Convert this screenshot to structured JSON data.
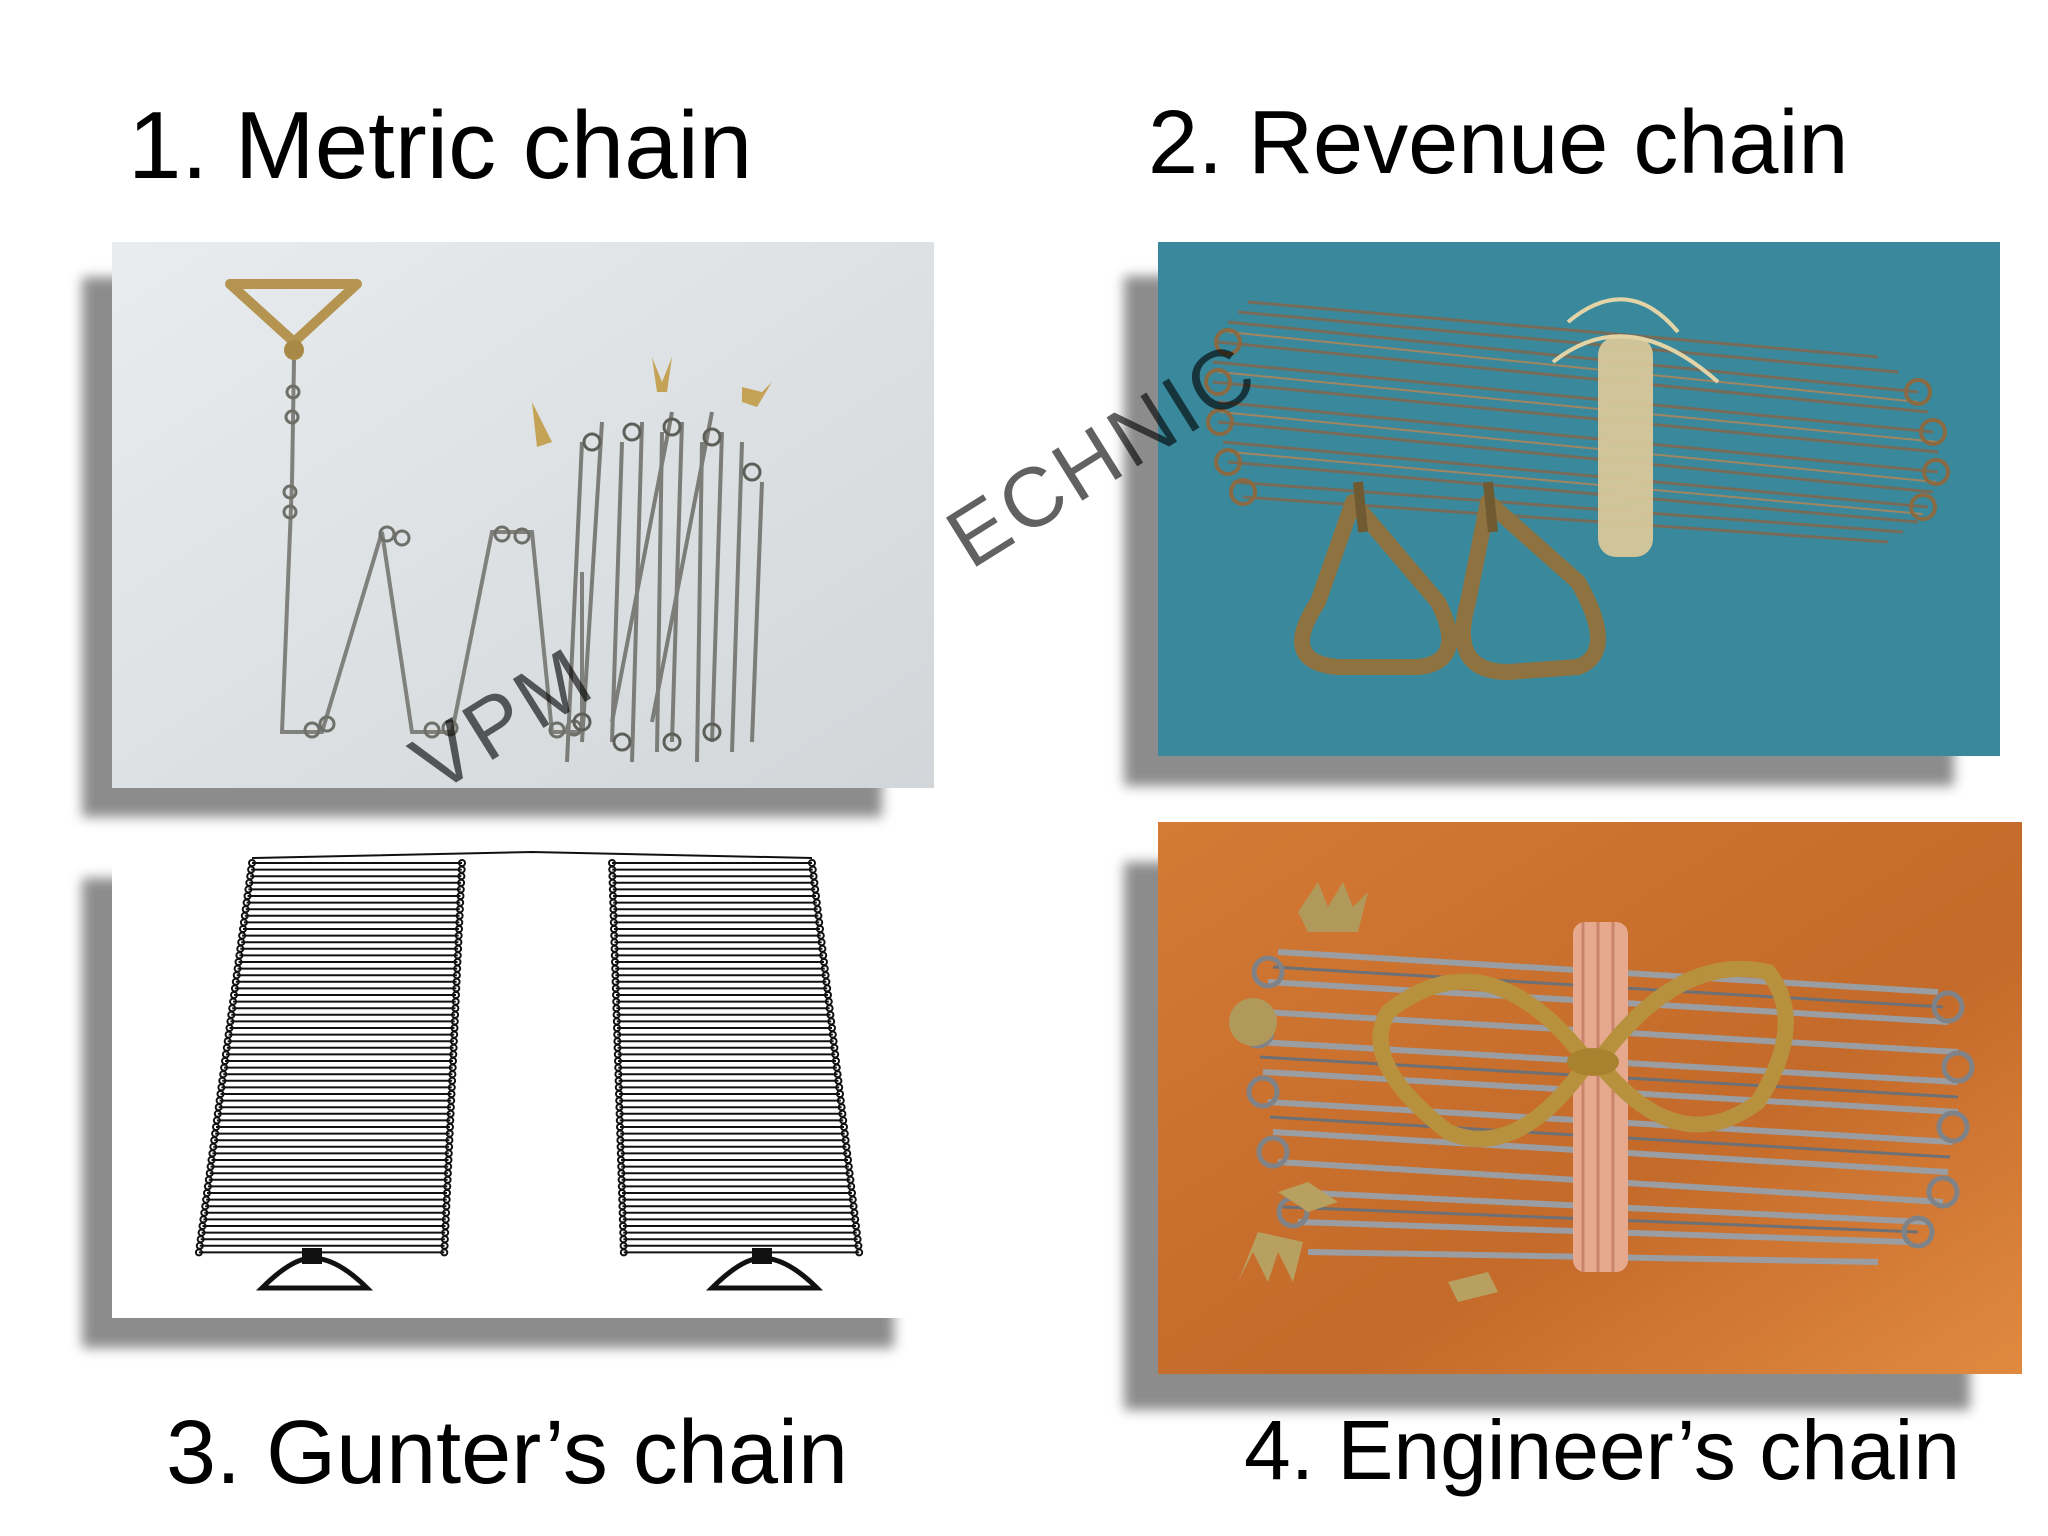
{
  "slide": {
    "items": [
      {
        "title": "1. Metric chain"
      },
      {
        "title": "2. Revenue  chain"
      },
      {
        "title": "3. Gunter’s chain"
      },
      {
        "title": "4. Engineer’s chain"
      }
    ],
    "watermark": {
      "part1": "ECHNIC",
      "part2": "VPM"
    }
  },
  "colors": {
    "metric_bg": "#dfe3e6",
    "revenue_bg": "#3f8fa3",
    "gunter_bg": "#ffffff",
    "engineer_bg": "#c8682a",
    "brass": "#b49450",
    "steel": "#7c7c78"
  }
}
